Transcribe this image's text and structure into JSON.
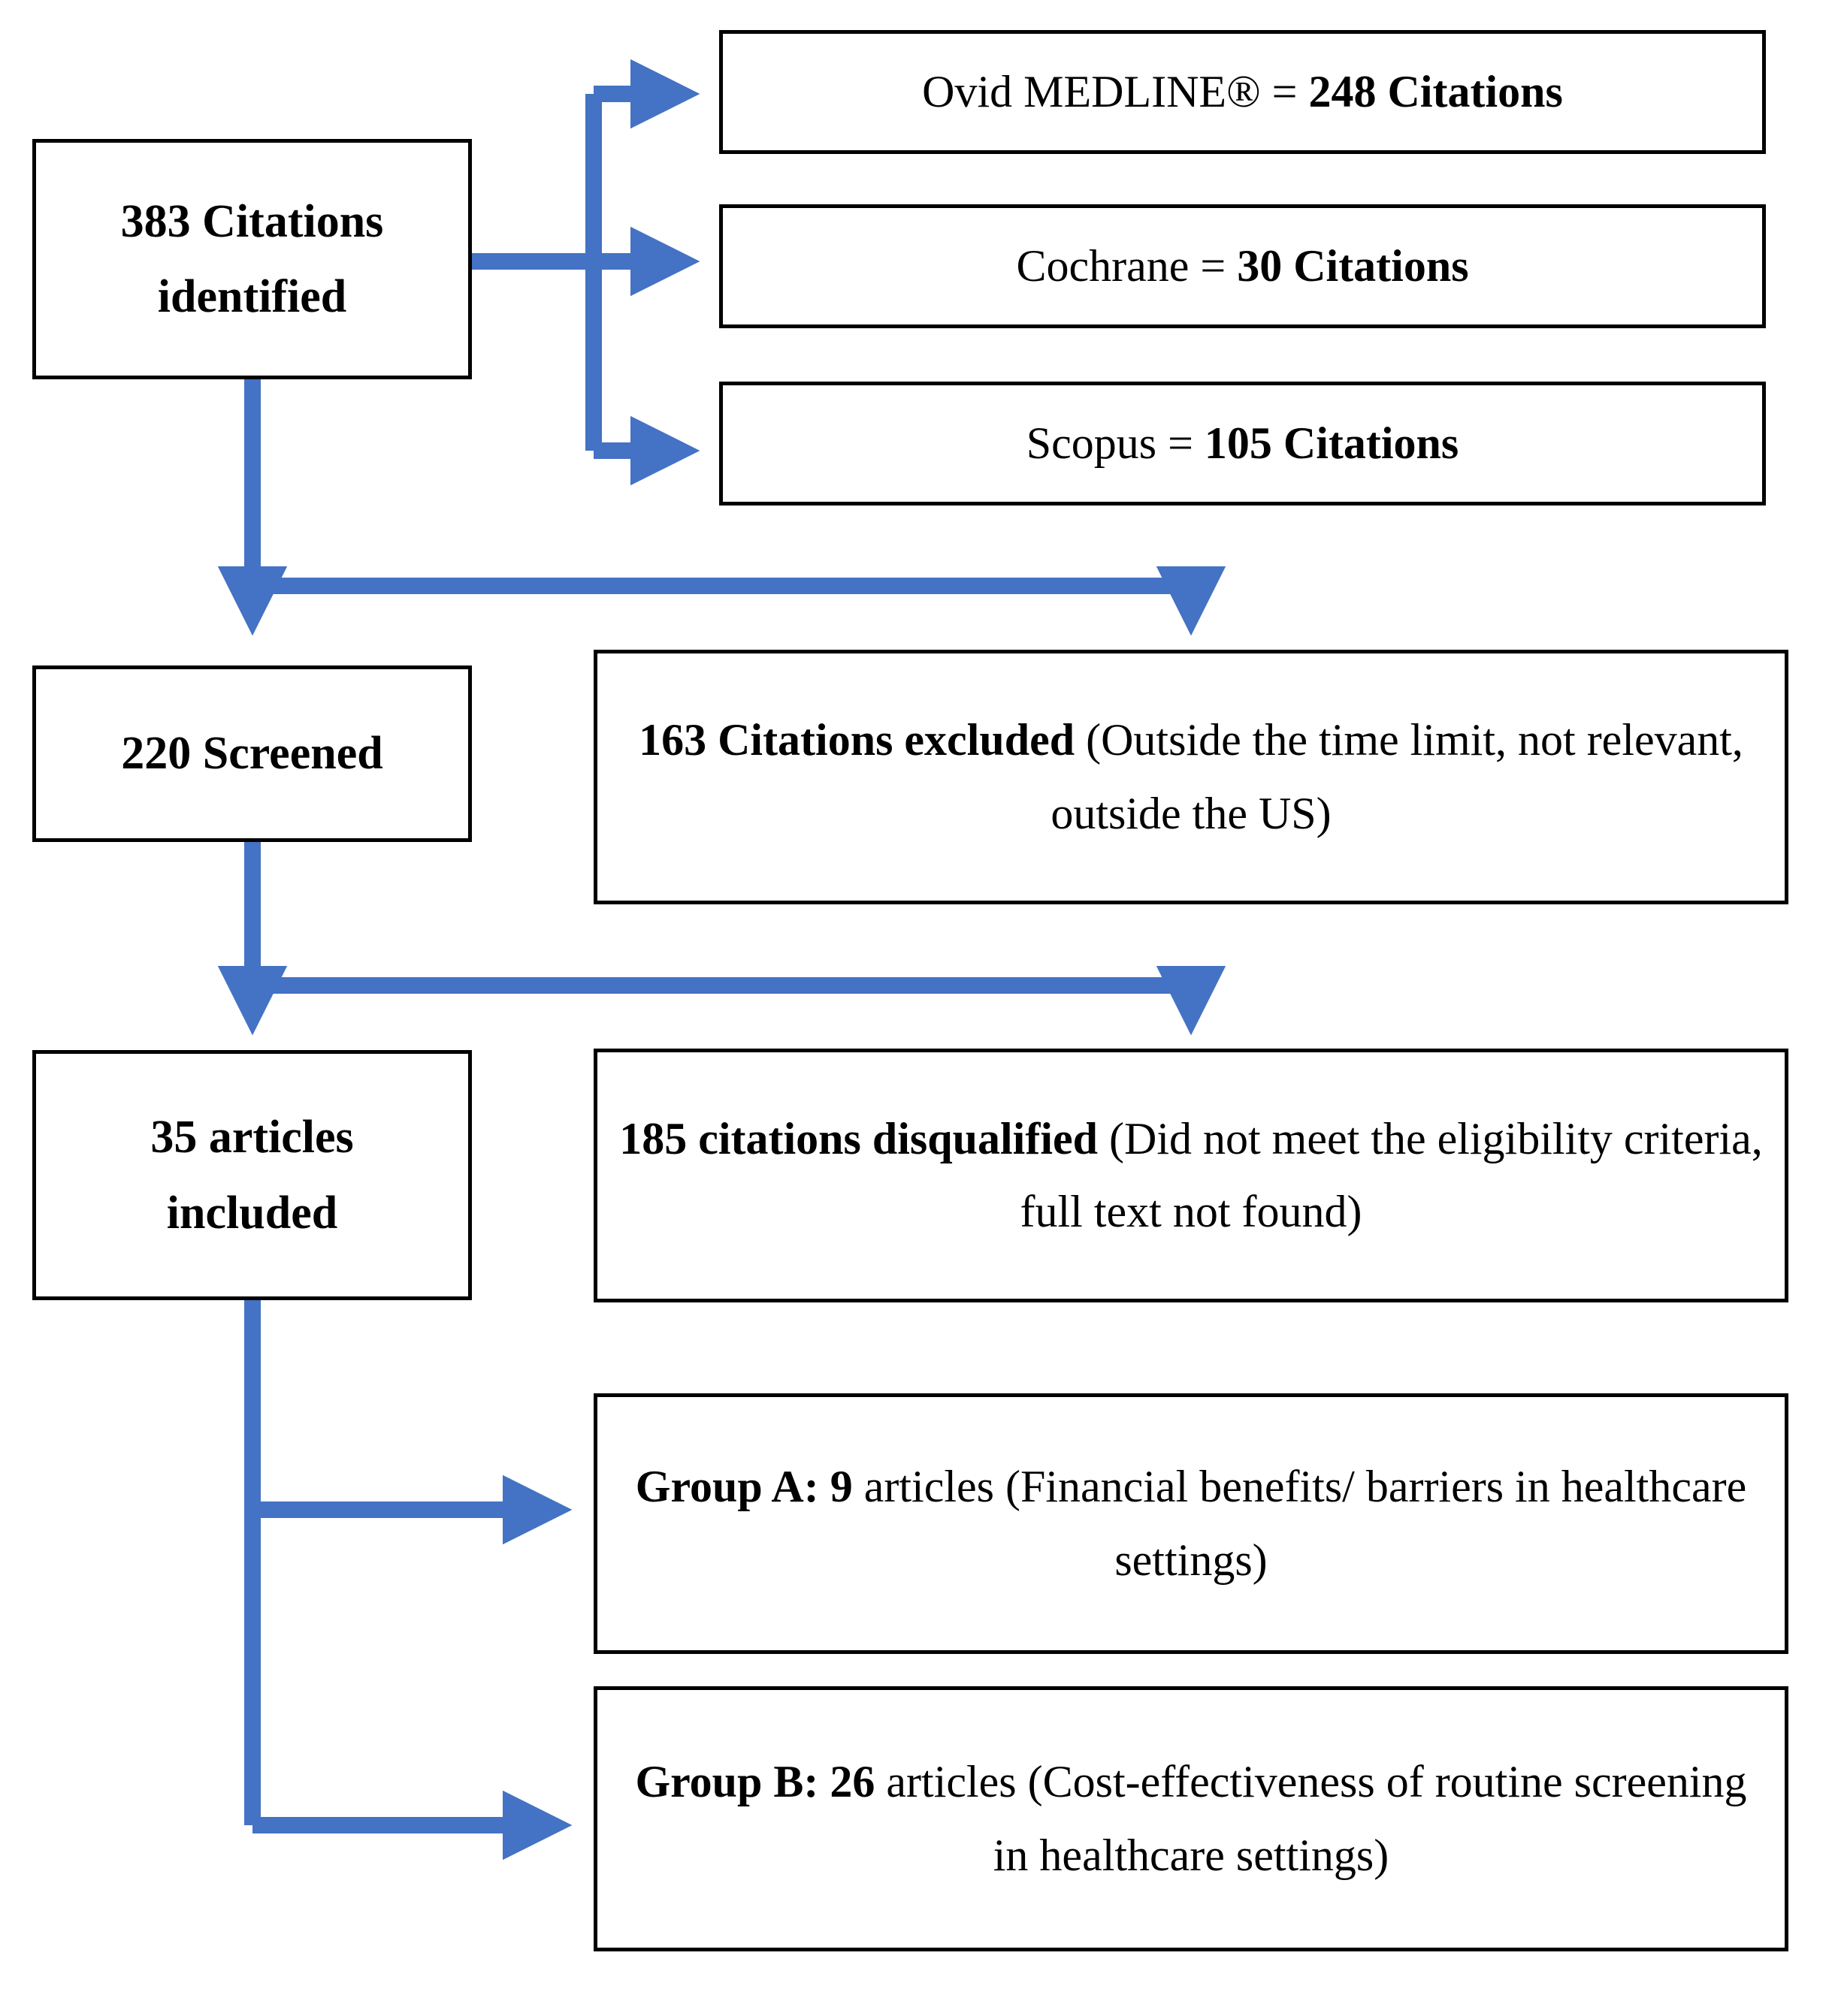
{
  "diagram": {
    "title": "Literature search and screening flow diagram",
    "type": "prisma-flowchart",
    "accent_color": "#4472C4",
    "border_color": "#000000",
    "background_color": "#FFFFFF",
    "text_color": "#000000"
  },
  "nodes": {
    "identified": {
      "line1": "383 Citations",
      "line2": "identified",
      "count": 383
    },
    "screened": {
      "text": "220 Screened",
      "count": 220
    },
    "included": {
      "line1": "35 articles",
      "line2": "included",
      "count": 35
    },
    "medline": {
      "prefix": "Ovid MEDLINE® = ",
      "bold": "248 Citations",
      "count": 248
    },
    "cochrane": {
      "prefix": "Cochrane = ",
      "bold": "30 Citations",
      "count": 30
    },
    "scopus": {
      "prefix": "Scopus = ",
      "bold": "105 Citations",
      "count": 105
    },
    "excluded": {
      "bold": "163 Citations excluded",
      "rest": " (Outside the time limit, not relevant, outside the US)",
      "count": 163
    },
    "disqualified": {
      "bold": "185 citations disqualified",
      "rest": " (Did not meet the eligibility criteria, full text not found)",
      "count": 185
    },
    "group_a": {
      "bold": "Group A: 9",
      "rest": " articles (Financial benefits/ barriers in healthcare settings)",
      "count": 9,
      "label": "Group A"
    },
    "group_b": {
      "bold": "Group B: 26",
      "rest": " articles (Cost-effectiveness of routine screening in healthcare settings)",
      "count": 26,
      "label": "Group B"
    }
  },
  "connectors": [
    {
      "name": "identified-to-medline",
      "from": "identified",
      "to": "medline"
    },
    {
      "name": "identified-to-cochrane",
      "from": "identified",
      "to": "cochrane"
    },
    {
      "name": "identified-to-scopus",
      "from": "identified",
      "to": "scopus"
    },
    {
      "name": "identified-to-screened",
      "from": "identified",
      "to": "screened"
    },
    {
      "name": "identified-to-excluded",
      "from": "identified",
      "to": "excluded"
    },
    {
      "name": "screened-to-included",
      "from": "screened",
      "to": "included"
    },
    {
      "name": "screened-to-disqualified",
      "from": "screened",
      "to": "disqualified"
    },
    {
      "name": "included-to-group-a",
      "from": "included",
      "to": "group_a"
    },
    {
      "name": "included-to-group-b",
      "from": "included",
      "to": "group_b"
    }
  ]
}
